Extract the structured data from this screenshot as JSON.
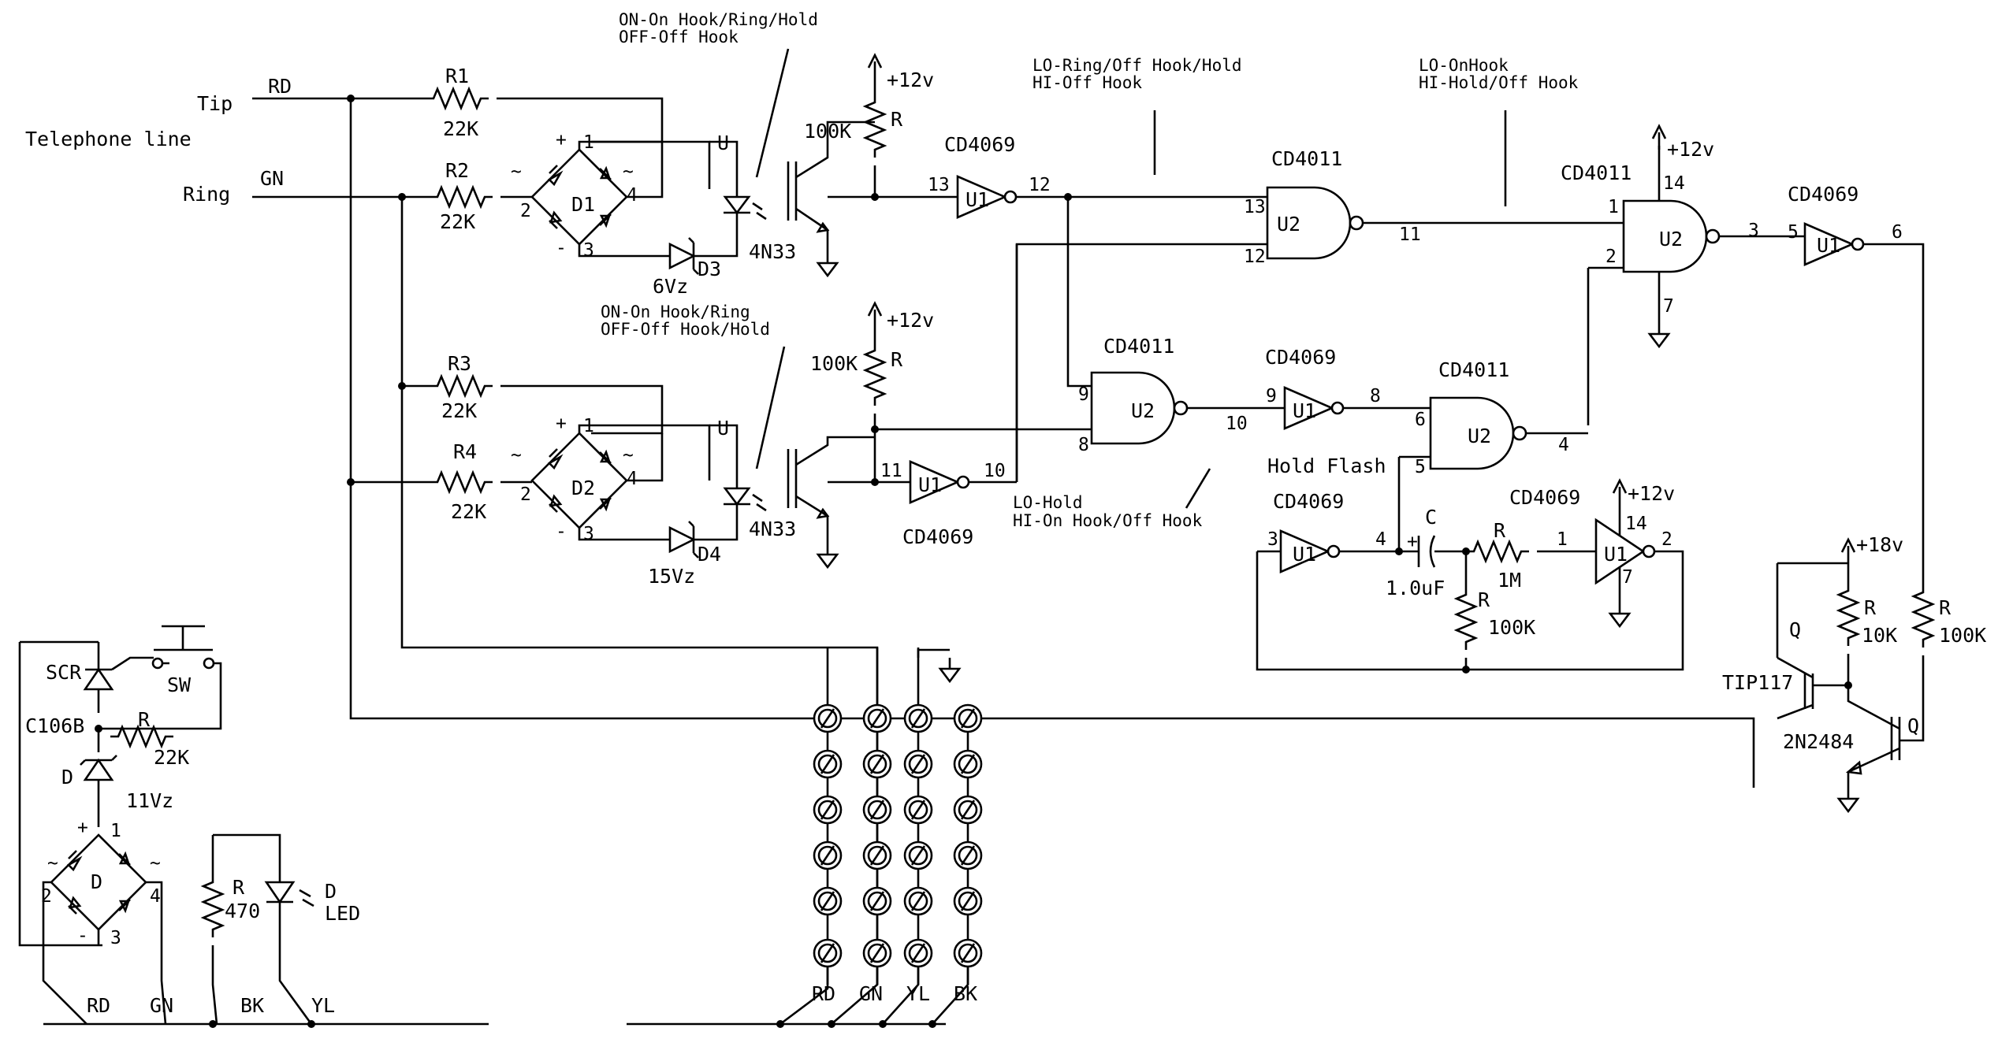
{
  "line": {
    "tip": "Tip",
    "ring": "Ring",
    "title": "Telephone line",
    "rd": "RD",
    "gn": "GN"
  },
  "notes": {
    "n1a": "ON-On Hook/Ring/Hold",
    "n1b": "OFF-Off Hook",
    "n2a": "ON-On Hook/Ring",
    "n2b": "OFF-Off Hook/Hold",
    "n3a": "LO-Ring/Off Hook/Hold",
    "n3b": "HI-Off Hook",
    "n4a": "LO-OnHook",
    "n4b": "HI-Hold/Off Hook",
    "n5a": "LO-Hold",
    "n5b": "HI-On Hook/Off Hook",
    "hold": "Hold Flash"
  },
  "parts": {
    "r1": "R1",
    "r2": "R2",
    "r3": "R3",
    "r4": "R4",
    "k22": "22K",
    "d1": "D1",
    "d2": "D2",
    "d3": "D3",
    "d4": "D4",
    "z6": "6Vz",
    "z15": "15Vz",
    "u": "U",
    "opto": "4N33",
    "k100": "100K",
    "r": "R",
    "v12": "+12v",
    "v18": "+18v",
    "inv": "CD4069",
    "nand": "CD4011",
    "u1": "U1",
    "u2": "U2",
    "c": "C",
    "cval": "1.0uF",
    "m1": "1M",
    "q": "Q",
    "tip117": "TIP117",
    "q2": "2N2484",
    "k10": "10K",
    "scr": "SCR",
    "scrpart": "C106B",
    "sw": "SW",
    "d": "D",
    "z11": "11Vz",
    "r470": "470",
    "led": "LED",
    "plus": "+",
    "minus": "-",
    "tilde": "~"
  },
  "pins": {
    "p1": "1",
    "p2": "2",
    "p3": "3",
    "p4": "4",
    "p5": "5",
    "p6": "6",
    "p7": "7",
    "p8": "8",
    "p9": "9",
    "p10": "10",
    "p11": "11",
    "p12": "12",
    "p13": "13",
    "p14": "14"
  },
  "wires": {
    "rd": "RD",
    "gn": "GN",
    "bk": "BK",
    "yl": "YL"
  }
}
